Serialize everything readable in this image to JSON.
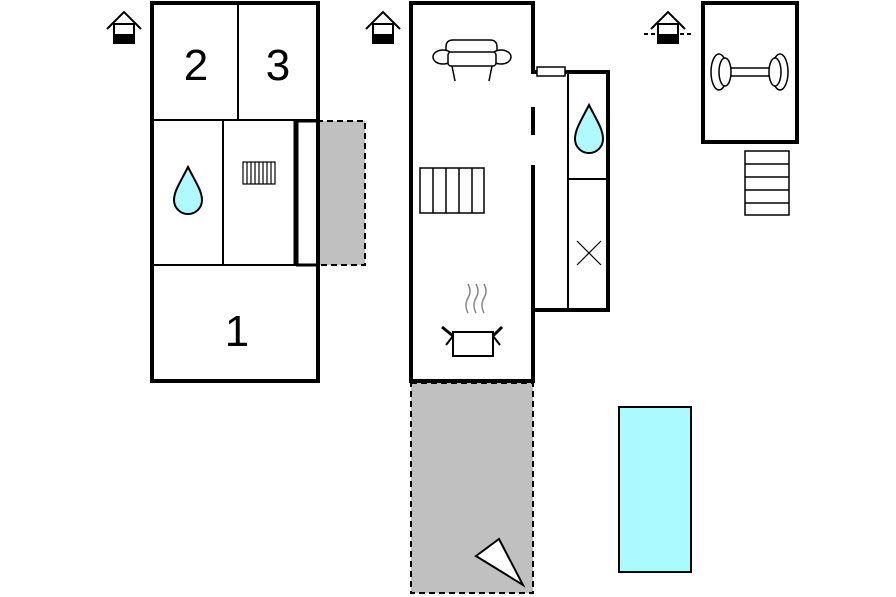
{
  "colors": {
    "wall": "#000000",
    "terrace": "#c0c0c0",
    "water": "#aefaff",
    "pool": "#aafaff",
    "background": "#ffffff"
  },
  "rooms": {
    "bedroom_1": "1",
    "bedroom_2": "2",
    "bedroom_3": "3"
  },
  "icons": [
    "house-ground-floor-icon",
    "house-ground-floor-icon",
    "house-basement-icon",
    "sofa-icon",
    "water-drop-icon",
    "radiator-icon",
    "staircase-icon",
    "cooking-pot-icon",
    "fitness-dumbbell-icon",
    "compass-north-icon"
  ]
}
